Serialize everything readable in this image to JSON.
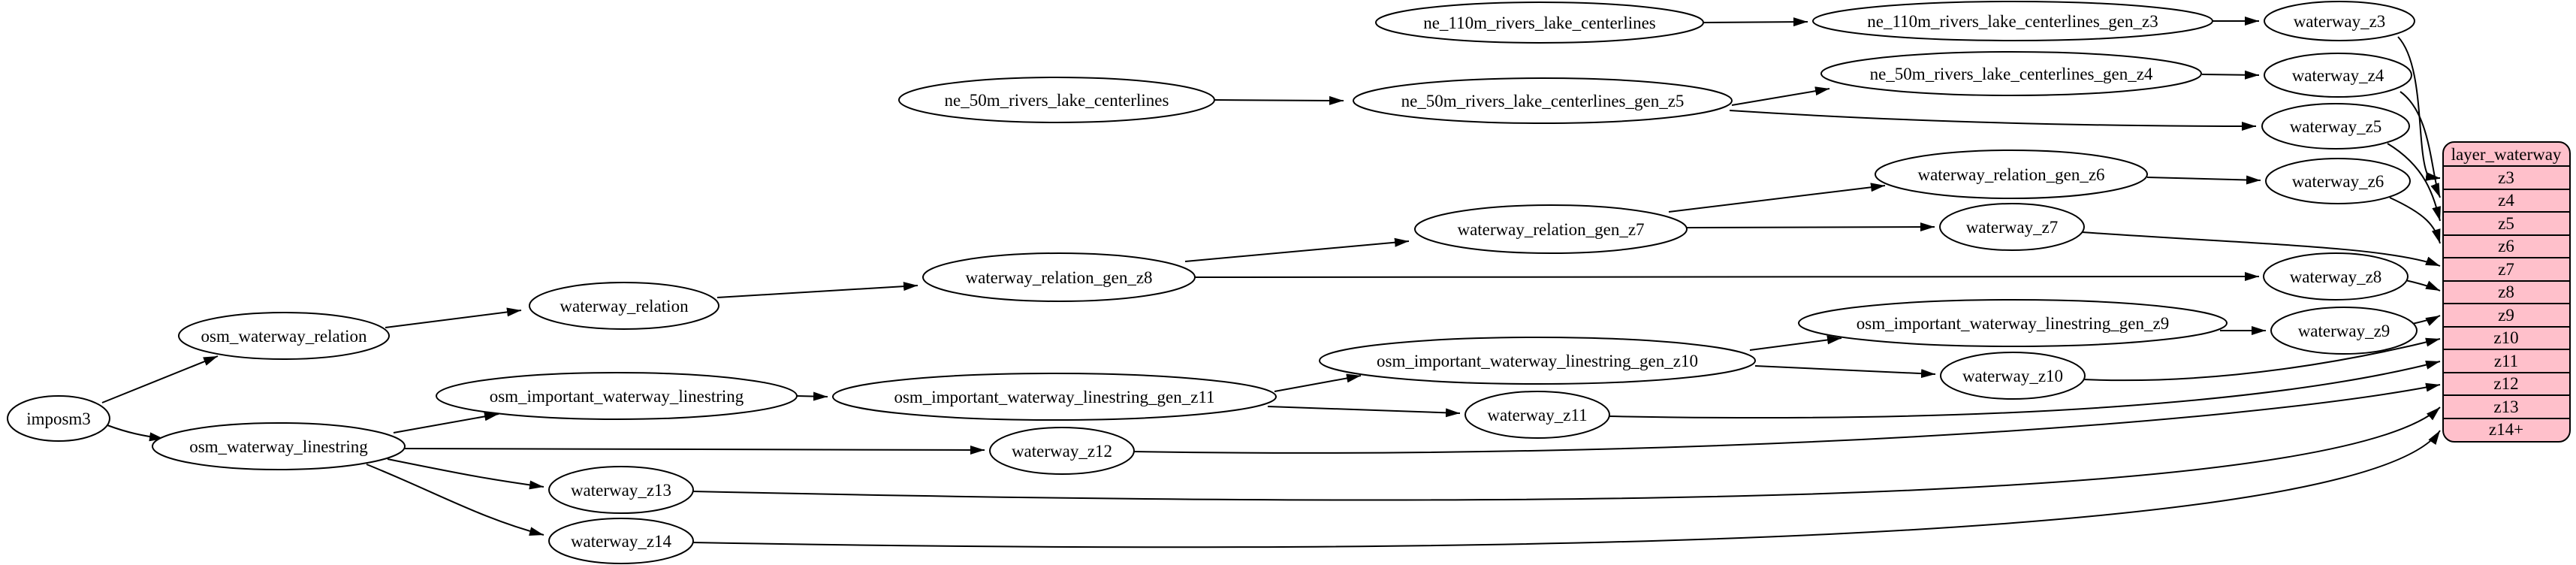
{
  "diagram": {
    "type": "dependency-graph",
    "background": "#ffffff",
    "node_fill": "#ffffff",
    "node_stroke": "#000000",
    "edge_color": "#000000",
    "nodes": {
      "imposm3": {
        "label": "imposm3"
      },
      "osm_waterway_relation": {
        "label": "osm_waterway_relation"
      },
      "osm_waterway_linestring": {
        "label": "osm_waterway_linestring"
      },
      "waterway_relation": {
        "label": "waterway_relation"
      },
      "waterway_relation_gen_z8": {
        "label": "waterway_relation_gen_z8"
      },
      "waterway_relation_gen_z7": {
        "label": "waterway_relation_gen_z7"
      },
      "waterway_relation_gen_z6": {
        "label": "waterway_relation_gen_z6"
      },
      "ne_110m_rivers_lake_centerlines": {
        "label": "ne_110m_rivers_lake_centerlines"
      },
      "ne_110m_rivers_lake_centerlines_gen_z3": {
        "label": "ne_110m_rivers_lake_centerlines_gen_z3"
      },
      "ne_50m_rivers_lake_centerlines": {
        "label": "ne_50m_rivers_lake_centerlines"
      },
      "ne_50m_rivers_lake_centerlines_gen_z5": {
        "label": "ne_50m_rivers_lake_centerlines_gen_z5"
      },
      "ne_50m_rivers_lake_centerlines_gen_z4": {
        "label": "ne_50m_rivers_lake_centerlines_gen_z4"
      },
      "osm_important_waterway_linestring": {
        "label": "osm_important_waterway_linestring"
      },
      "osm_important_waterway_linestring_gen_z11": {
        "label": "osm_important_waterway_linestring_gen_z11"
      },
      "osm_important_waterway_linestring_gen_z10": {
        "label": "osm_important_waterway_linestring_gen_z10"
      },
      "osm_important_waterway_linestring_gen_z9": {
        "label": "osm_important_waterway_linestring_gen_z9"
      },
      "waterway_z3": {
        "label": "waterway_z3"
      },
      "waterway_z4": {
        "label": "waterway_z4"
      },
      "waterway_z5": {
        "label": "waterway_z5"
      },
      "waterway_z6": {
        "label": "waterway_z6"
      },
      "waterway_z7": {
        "label": "waterway_z7"
      },
      "waterway_z8": {
        "label": "waterway_z8"
      },
      "waterway_z9": {
        "label": "waterway_z9"
      },
      "waterway_z10": {
        "label": "waterway_z10"
      },
      "waterway_z11": {
        "label": "waterway_z11"
      },
      "waterway_z12": {
        "label": "waterway_z12"
      },
      "waterway_z13": {
        "label": "waterway_z13"
      },
      "waterway_z14": {
        "label": "waterway_z14"
      }
    },
    "edges": [
      [
        "imposm3",
        "osm_waterway_relation"
      ],
      [
        "imposm3",
        "osm_waterway_linestring"
      ],
      [
        "osm_waterway_relation",
        "waterway_relation"
      ],
      [
        "waterway_relation",
        "waterway_relation_gen_z8"
      ],
      [
        "waterway_relation_gen_z8",
        "waterway_relation_gen_z7"
      ],
      [
        "waterway_relation_gen_z8",
        "waterway_z8"
      ],
      [
        "waterway_relation_gen_z7",
        "waterway_relation_gen_z6"
      ],
      [
        "waterway_relation_gen_z7",
        "waterway_z7"
      ],
      [
        "waterway_relation_gen_z6",
        "waterway_z6"
      ],
      [
        "ne_110m_rivers_lake_centerlines",
        "ne_110m_rivers_lake_centerlines_gen_z3"
      ],
      [
        "ne_110m_rivers_lake_centerlines_gen_z3",
        "waterway_z3"
      ],
      [
        "ne_50m_rivers_lake_centerlines",
        "ne_50m_rivers_lake_centerlines_gen_z5"
      ],
      [
        "ne_50m_rivers_lake_centerlines_gen_z5",
        "ne_50m_rivers_lake_centerlines_gen_z4"
      ],
      [
        "ne_50m_rivers_lake_centerlines_gen_z5",
        "waterway_z5"
      ],
      [
        "ne_50m_rivers_lake_centerlines_gen_z4",
        "waterway_z4"
      ],
      [
        "osm_waterway_linestring",
        "osm_important_waterway_linestring"
      ],
      [
        "osm_waterway_linestring",
        "waterway_z12"
      ],
      [
        "osm_waterway_linestring",
        "waterway_z13"
      ],
      [
        "osm_waterway_linestring",
        "waterway_z14"
      ],
      [
        "osm_important_waterway_linestring",
        "osm_important_waterway_linestring_gen_z11"
      ],
      [
        "osm_important_waterway_linestring_gen_z11",
        "osm_important_waterway_linestring_gen_z10"
      ],
      [
        "osm_important_waterway_linestring_gen_z11",
        "waterway_z11"
      ],
      [
        "osm_important_waterway_linestring_gen_z10",
        "osm_important_waterway_linestring_gen_z9"
      ],
      [
        "osm_important_waterway_linestring_gen_z10",
        "waterway_z10"
      ],
      [
        "osm_important_waterway_linestring_gen_z9",
        "waterway_z9"
      ],
      [
        "waterway_z3",
        "layer_waterway:z3"
      ],
      [
        "waterway_z4",
        "layer_waterway:z4"
      ],
      [
        "waterway_z5",
        "layer_waterway:z5"
      ],
      [
        "waterway_z6",
        "layer_waterway:z6"
      ],
      [
        "waterway_z7",
        "layer_waterway:z7"
      ],
      [
        "waterway_z8",
        "layer_waterway:z8"
      ],
      [
        "waterway_z9",
        "layer_waterway:z9"
      ],
      [
        "waterway_z10",
        "layer_waterway:z10"
      ],
      [
        "waterway_z11",
        "layer_waterway:z11"
      ],
      [
        "waterway_z12",
        "layer_waterway:z12"
      ],
      [
        "waterway_z13",
        "layer_waterway:z13"
      ],
      [
        "waterway_z14",
        "layer_waterway:z14+"
      ]
    ],
    "table": {
      "title": "layer_waterway",
      "rows": [
        "z3",
        "z4",
        "z5",
        "z6",
        "z7",
        "z8",
        "z9",
        "z10",
        "z11",
        "z12",
        "z13",
        "z14+"
      ],
      "fill": "#ffc0cb",
      "stroke": "#000000"
    }
  }
}
